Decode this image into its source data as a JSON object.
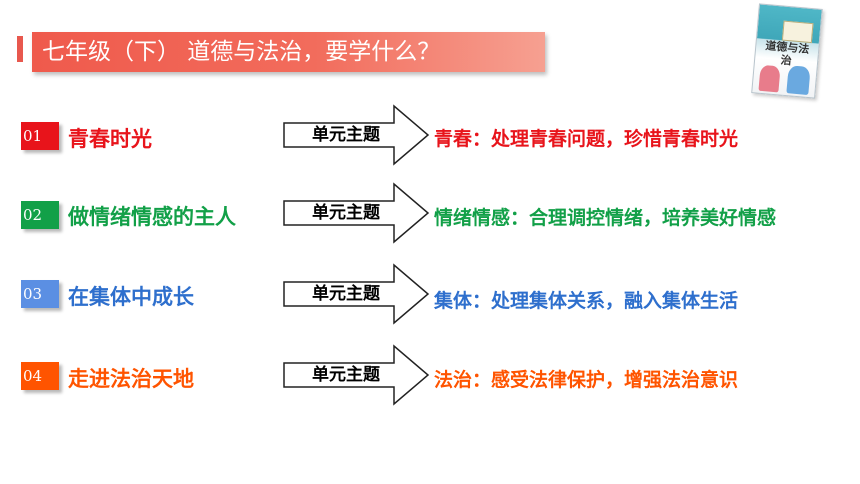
{
  "header": {
    "title": "七年级（下） 道德与法治，要学什么？"
  },
  "book": {
    "title": "道德与法治"
  },
  "colors": {
    "red": "#e8141b",
    "green": "#12a048",
    "blue": "#2e6fcd",
    "orange": "#ff5400",
    "title_bg": "#ef5a4c"
  },
  "units": [
    {
      "number": "01",
      "title": "青春时光",
      "arrow_label": "单元主题",
      "description": "青春：处理青春问题，珍惜青春时光",
      "color": "#e8141b"
    },
    {
      "number": "02",
      "title": "做情绪情感的主人",
      "arrow_label": "单元主题",
      "description": "情绪情感：合理调控情绪，培养美好情感",
      "color": "#12a048"
    },
    {
      "number": "03",
      "title": "在集体中成长",
      "arrow_label": "单元主题",
      "description": "集体：处理集体关系，融入集体生活",
      "color": "#2e6fcd"
    },
    {
      "number": "04",
      "title": "走进法治天地",
      "arrow_label": "单元主题",
      "description": "法治：感受法律保护，增强法治意识",
      "color": "#ff5400"
    }
  ]
}
